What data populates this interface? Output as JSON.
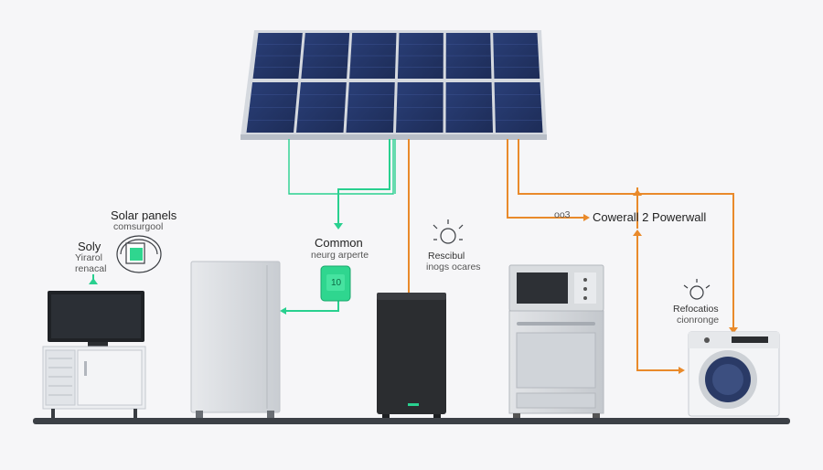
{
  "labels": {
    "solar_panels_title": "Solar panels",
    "solar_panels_sub": "comsurgool",
    "soly_title": "Soly",
    "soly_sub1": "Yirarol",
    "soly_sub2": "renacal",
    "common_title": "Common",
    "common_sub": "neurg arperte",
    "battery_readout": "10",
    "rescibal_title": "Rescibul",
    "rescibal_sub": "inogs ocares",
    "powerwall_small": "oo3",
    "powerwall_title": "Cowerall  2  Powerwall",
    "refocatios_title": "Refocatios",
    "refocatios_sub": "cionronge"
  },
  "icons": [
    "solar-panel-array-icon",
    "tv-icon",
    "cabinet-icon",
    "fridge-icon",
    "battery-unit-icon",
    "powerwall-icon",
    "microwave-icon",
    "oven-icon",
    "washing-machine-icon",
    "meter-icon",
    "idea-icon"
  ],
  "colors": {
    "wire_green": "#29d08f",
    "wire_orange": "#e98a2b",
    "panel_cell": "#24376a",
    "panel_frame": "#c9ced6",
    "appliance_dark": "#2b2d30",
    "appliance_light": "#dfe2e6",
    "baseline": "#3c4046"
  }
}
